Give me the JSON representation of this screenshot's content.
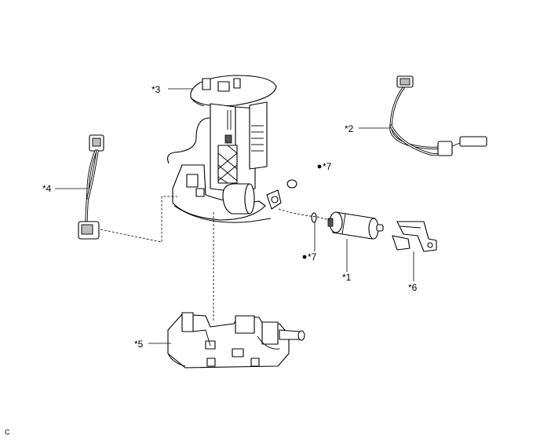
{
  "callouts": [
    {
      "id": "c1",
      "text": "*1"
    },
    {
      "id": "c2",
      "text": "*2"
    },
    {
      "id": "c3",
      "text": "*3"
    },
    {
      "id": "c4",
      "text": "*4"
    },
    {
      "id": "c5",
      "text": "*5"
    },
    {
      "id": "c6",
      "text": "*6"
    },
    {
      "id": "c7a",
      "text": "*7"
    },
    {
      "id": "c7b",
      "text": "*7"
    }
  ],
  "corner_code": "C"
}
